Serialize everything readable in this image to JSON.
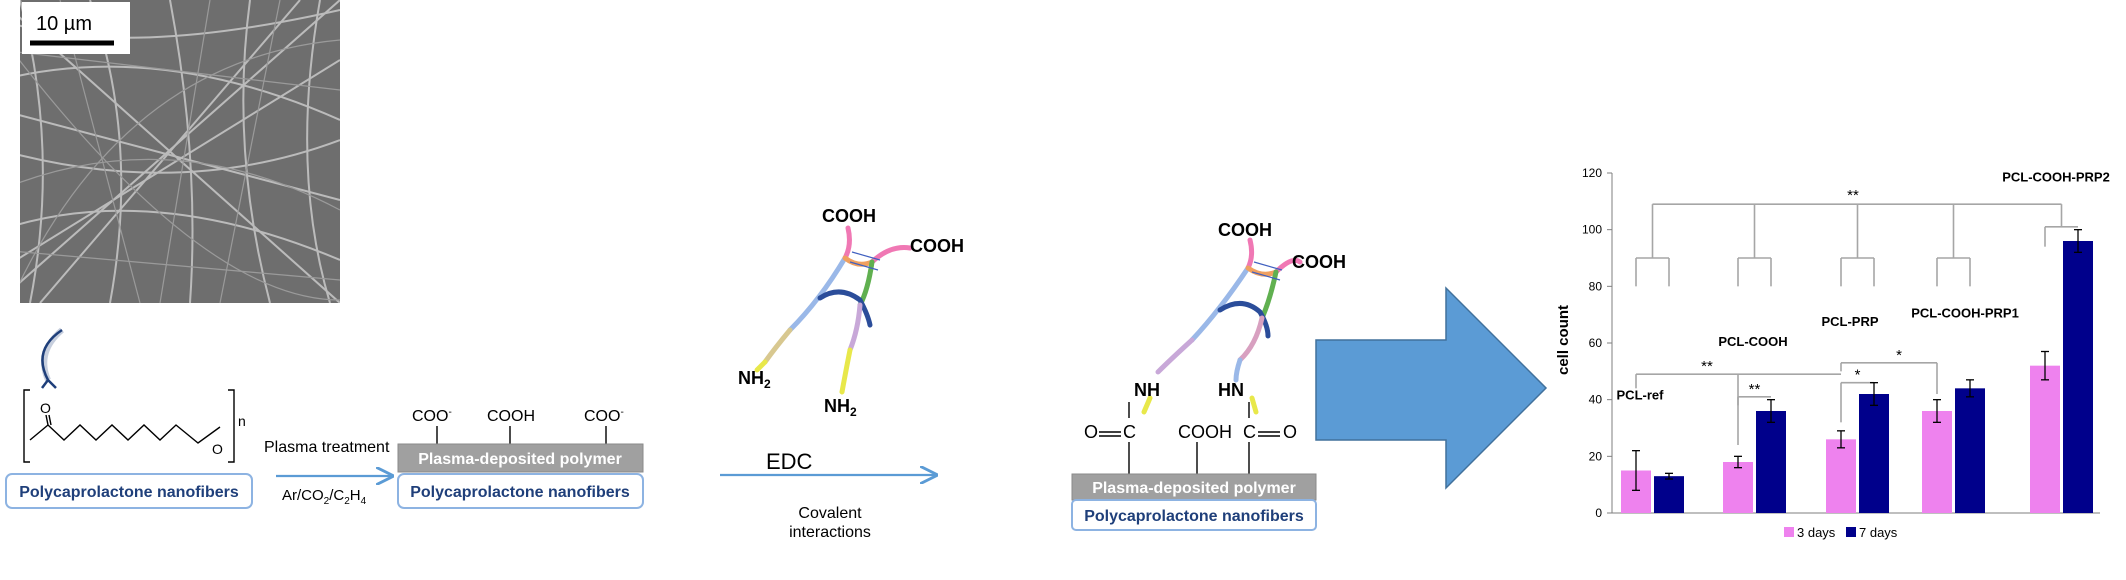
{
  "sem": {
    "scale_label": "10 µm"
  },
  "pcl": {
    "subscript": "n",
    "oxygen": "O"
  },
  "labels": {
    "pcl_nanofibers": "Polycaprolactone  nanofibers",
    "plasma_polymer": "Plasma-deposited polymer",
    "plasma_treatment": "Plasma treatment",
    "gas_mix": "Ar/CO",
    "gas_sub2": "2",
    "gas_c2h4_a": "/C",
    "gas_sub2b": "2",
    "gas_h": "H",
    "gas_sub4": "4",
    "coo_minus_1": "COO",
    "coo_minus_2": "COO",
    "minus": "-",
    "cooh": "COOH",
    "edc": "EDC",
    "covalent_1": "Covalent",
    "covalent_2": "interactions",
    "nh2": "NH",
    "sub_2": "2",
    "nh": "NH",
    "hn": "HN",
    "o": "O",
    "c": "C",
    "eq": "="
  },
  "colors": {
    "arrow_blue": "#5b9bd5",
    "box_border": "#8db3e2",
    "box_text": "#1f3f7a",
    "grey_bar": "#a0a0a0",
    "pink": "#ee82ee",
    "navy": "#00008b"
  },
  "chart_data": {
    "type": "bar",
    "title": "",
    "xlabel": "",
    "ylabel": "cell count",
    "ylim": [
      0,
      120
    ],
    "yticks": [
      0,
      20,
      40,
      60,
      80,
      100,
      120
    ],
    "categories": [
      "PCL-ref",
      "PCL-COOH",
      "PCL-PRP",
      "PCL-COOH-PRP1",
      "PCL-COOH-PRP2"
    ],
    "series": [
      {
        "name": "3 days",
        "color": "#ee82ee",
        "values": [
          15,
          18,
          26,
          36,
          52
        ],
        "errors": [
          7,
          2,
          3,
          4,
          5
        ]
      },
      {
        "name": "7 days",
        "color": "#00008b",
        "values": [
          13,
          36,
          42,
          44,
          96
        ],
        "errors": [
          1,
          4,
          4,
          3,
          4
        ]
      }
    ],
    "significance": {
      "top": "**",
      "cooh_pair": "**",
      "ref_cooh": "**",
      "prp_pair": "*",
      "prp_prp1": "*"
    },
    "legend_placement": "bottom",
    "grid": false
  }
}
